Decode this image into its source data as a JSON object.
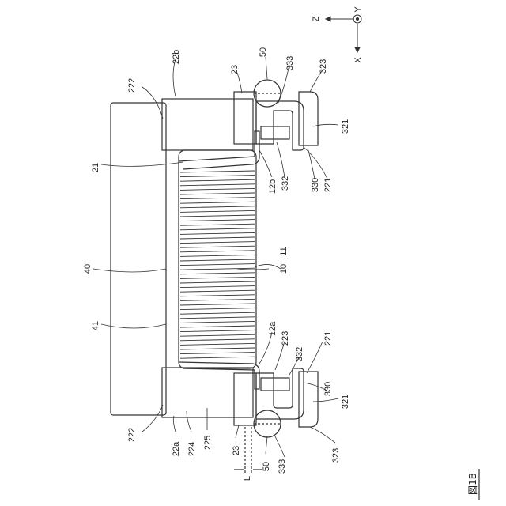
{
  "figure": {
    "title": "図1B"
  },
  "axes": {
    "z": "Z",
    "y": "Y",
    "x": "X"
  },
  "labels": {
    "l22b": "22b",
    "l222_top": "222",
    "l23_top": "23",
    "l50_top": "50",
    "l333_top": "333",
    "l323_top": "323",
    "l321_top": "321",
    "l21": "21",
    "l12b": "12b",
    "l332_top": "332",
    "l330_top": "330",
    "l221_top": "221",
    "l40": "40",
    "l10": "10",
    "l11": "11",
    "l41": "41",
    "l12a": "12a",
    "l223": "223",
    "l332_bot": "332",
    "l221_bot": "221",
    "l330_bot": "330",
    "l321_bot": "321",
    "l222_bot": "222",
    "l22a": "22a",
    "l224": "224",
    "l225": "225",
    "l23_bot": "23",
    "lL": "L",
    "l50_bot": "50",
    "l333_bot": "333",
    "l323_bot": "323"
  }
}
